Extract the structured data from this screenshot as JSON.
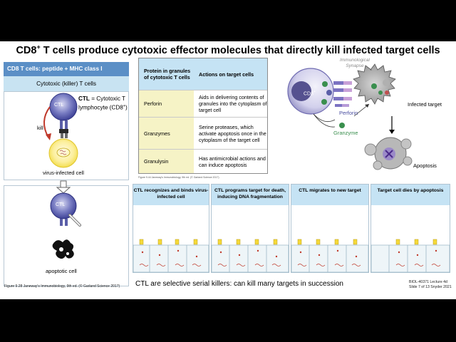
{
  "title_main": "CD8",
  "title_sup": "+",
  "title_rest": " T cells produce cytotoxic effector molecules that directly kill infected target cells",
  "left_panel": {
    "header": "CD8 T cells: peptide + MHC class I",
    "subheader": "Cytotoxic (killer) T cells",
    "ctl_label": "CTL",
    "ctl_def_bold": "CTL",
    "ctl_def_rest": " = Cytotoxic T lymphocyte (CD8",
    "ctl_def_sup": "+",
    "ctl_def_end": ")",
    "kill_label": "kill",
    "virus_cell_label": "virus-infected cell",
    "ctl_label_2": "CTL",
    "apoptotic_label": "apoptotic cell",
    "caption": "Figure 9.28  Janeway's Immunobiology, 9th ed. (© Garland Science 2017)"
  },
  "table": {
    "headers": [
      "Protein in granules of cytotoxic T cells",
      "Actions on target cells"
    ],
    "rows": [
      {
        "protein": "Perforin",
        "action": "Aids in delivering contents of granules into the cytoplasm of target cell"
      },
      {
        "protein": "Granzymes",
        "action": "Serine proteases, which activate apoptosis once in the cytoplasm of the target cell"
      },
      {
        "protein": "Granulysin",
        "action": "Has antimicrobial actions and can induce apoptosis"
      }
    ],
    "caption": "Figure 9.44  Janeway's Immunobiology, 9th ed. (© Garland Science 2017)"
  },
  "diagram": {
    "synapse": "Immunological Synapse",
    "cd8": "CD8",
    "cd8_sup": "+",
    "perforin": "Perforin",
    "granzyme": "Granzyme",
    "infected_target": "Infected target",
    "apoptosis": "Apoptosis"
  },
  "panels": [
    {
      "header": "CTL recognizes and binds virus-infected cell"
    },
    {
      "header": "CTL programs target for death, inducing DNA fragmentation"
    },
    {
      "header": "CTL migrates to new target"
    },
    {
      "header": "Target cell dies by apoptosis"
    }
  ],
  "bottom_note": "CTL are selective serial killers: can kill many targets in succession",
  "course_line1": "BIOL-40371 Lecture 4d",
  "course_line2": "Slide 7 of 13 Snyder 2021",
  "colors": {
    "header_blue": "#5b8fc6",
    "light_blue": "#c8e3f2",
    "ctl_purple": "#4a4ea0",
    "granule_yellow": "#f5d93a",
    "table_yellow": "#f6f3c6"
  }
}
